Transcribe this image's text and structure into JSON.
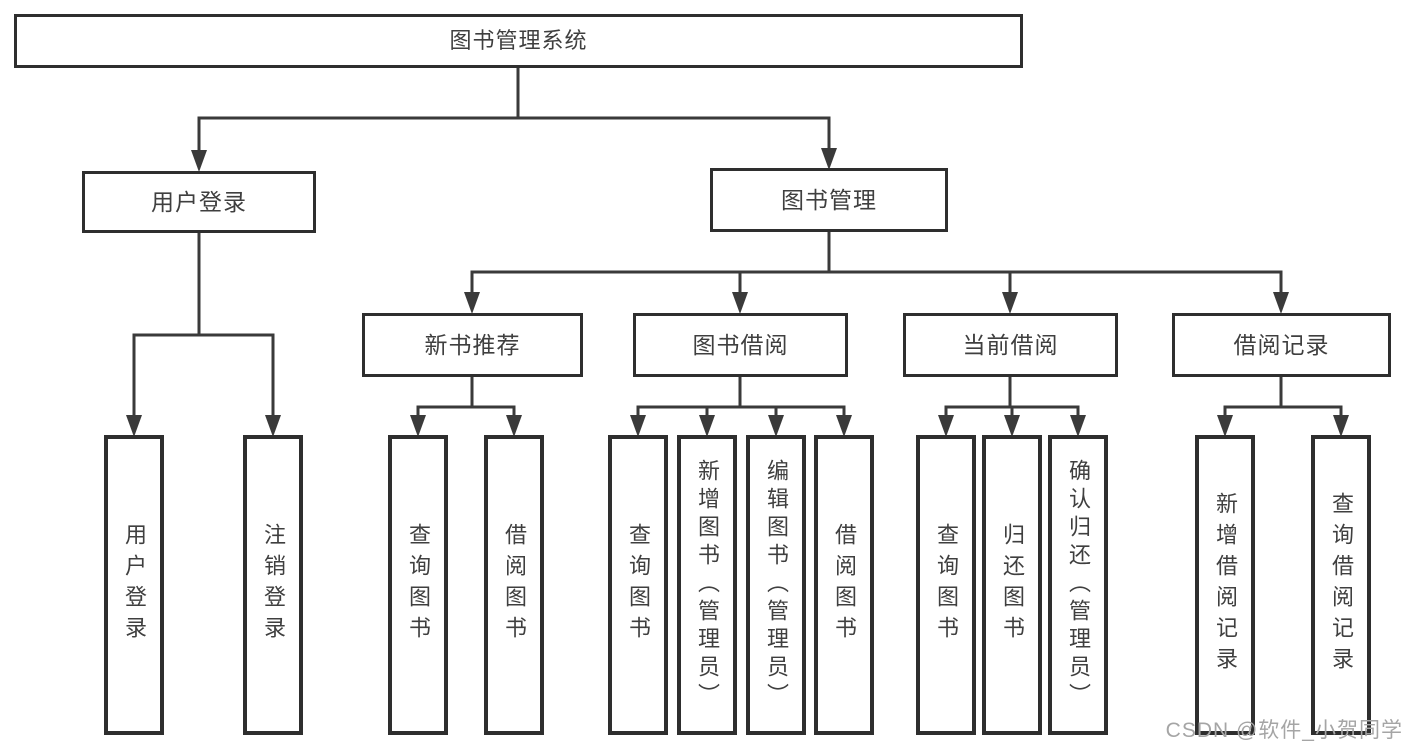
{
  "diagram": {
    "root": {
      "label": "图书管理系统"
    },
    "level2": [
      {
        "label": "用户登录"
      },
      {
        "label": "图书管理"
      }
    ],
    "level3": [
      {
        "label": "新书推荐",
        "parent": "图书管理"
      },
      {
        "label": "图书借阅",
        "parent": "图书管理"
      },
      {
        "label": "当前借阅",
        "parent": "图书管理"
      },
      {
        "label": "借阅记录",
        "parent": "图书管理"
      }
    ],
    "leaves": [
      {
        "label": "用户登录",
        "parent": "用户登录"
      },
      {
        "label": "注销登录",
        "parent": "用户登录"
      },
      {
        "label": "查询图书",
        "parent": "新书推荐"
      },
      {
        "label": "借阅图书",
        "parent": "新书推荐"
      },
      {
        "label": "查询图书",
        "parent": "图书借阅"
      },
      {
        "label": "新增图书（管理员）",
        "parent": "图书借阅"
      },
      {
        "label": "编辑图书（管理员）",
        "parent": "图书借阅"
      },
      {
        "label": "借阅图书",
        "parent": "图书借阅"
      },
      {
        "label": "查询图书",
        "parent": "当前借阅"
      },
      {
        "label": "归还图书",
        "parent": "当前借阅"
      },
      {
        "label": "确认归还（管理员）",
        "parent": "当前借阅"
      },
      {
        "label": "新增借阅记录",
        "parent": "借阅记录"
      },
      {
        "label": "查询借阅记录",
        "parent": "借阅记录"
      }
    ]
  },
  "watermark": {
    "text": "CSDN @软件_小贺同学"
  },
  "colors": {
    "line": "#3a3a3a",
    "border": "#2e2e2e",
    "box_bg": "#ffffff",
    "text": "#3f3f3f",
    "watermark": "#a5a5a5",
    "background": "#ffffff"
  }
}
